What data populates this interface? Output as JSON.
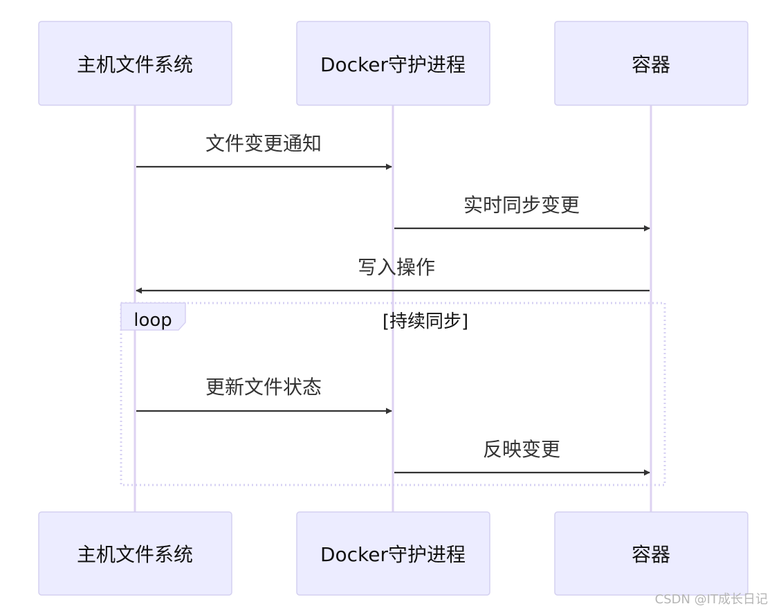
{
  "diagram": {
    "type": "sequence",
    "actors": [
      {
        "id": "host",
        "label": "主机文件系统"
      },
      {
        "id": "docker",
        "label": "Docker守护进程"
      },
      {
        "id": "container",
        "label": "容器"
      }
    ],
    "messages": [
      {
        "from": "host",
        "to": "docker",
        "label": "文件变更通知"
      },
      {
        "from": "docker",
        "to": "container",
        "label": "实时同步变更"
      },
      {
        "from": "container",
        "to": "host",
        "label": "写入操作"
      },
      {
        "from": "host",
        "to": "docker",
        "label": "更新文件状态",
        "in_loop": true
      },
      {
        "from": "docker",
        "to": "container",
        "label": "反映变更",
        "in_loop": true
      }
    ],
    "loop": {
      "keyword": "loop",
      "condition": "[持续同步]"
    }
  },
  "colors": {
    "actor_fill": "#ececff",
    "actor_border": "#d4d0f0",
    "lifeline": "#ddd2f2",
    "arrow": "#333333"
  },
  "watermark": "CSDN @IT成长日记"
}
